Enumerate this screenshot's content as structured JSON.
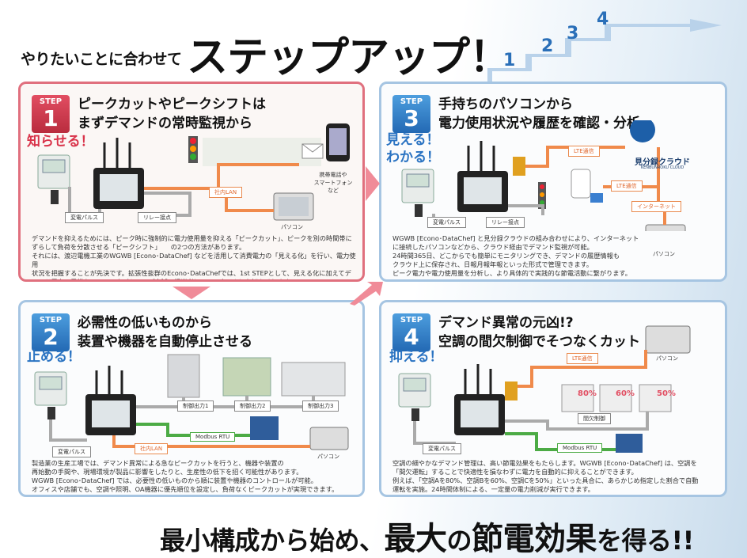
{
  "header": {
    "lead": "やりたいことに合わせて",
    "title": "ステップアップ！",
    "stair_numbers": [
      "1",
      "2",
      "3",
      "4"
    ]
  },
  "steps": [
    {
      "label": "STEP",
      "number": "1",
      "title": "ピークカットやピークシフトは\nまずデマンドの常時監視から",
      "catch": "知らせる！",
      "tags": [
        "変電パルス",
        "リレー接点",
        "社内LAN"
      ],
      "device_notes": [
        "携帯電話や\nスマートフォン\nなど",
        "パソコン"
      ],
      "description": "デマンドを抑えるためには、ピーク時に強制的に電力使用量を抑える「ピークカット」、ピークを別の時間帯に\nずらして負荷を分散させる「ピークシフト」　　の2つの方法があります。\nそれには、渡辺電機工業のWGWB [Econo･DataChef] などを活用して消費電力の「見える化」を行い、電力使用\n状況を把握することが先決です。拡張性抜群のEcono･DataChefでは、1st STEPとして、見える化に加えてデ\nマンド電力の異常を、メールやパトランプ点滅で担当者にリアルタイムにお知らせします。"
    },
    {
      "label": "STEP",
      "number": "3",
      "title": "手持ちのパソコンから\n電力使用状況や履歴を確認・分析",
      "catch": "見える！\nわかる！",
      "logo_name": "見分録クラウド",
      "logo_sub": "KENBUNROKU CLOUD",
      "tags": [
        "LTE通信",
        "LTE通信",
        "インターネット",
        "変電パルス",
        "リレー接点"
      ],
      "device_notes": [
        "パソコン"
      ],
      "description": "WGWB [Econo･DataChef] と見分録クラウドの組み合わせにより、インターネット\nに接続したパソコンなどから、クラウド経由でデマンド監視が可能。\n24時間365日、どこからでも簡単にモニタリングでき、デマンドの履歴情報も\nクラウド上に保存され、日報月報年報といった形式で管理できます。\nピーク電力や電力使用量を分析し、より具体的で実践的な節電活動に繋がります。"
    },
    {
      "label": "STEP",
      "number": "2",
      "title": "必需性の低いものから\n装置や機器を自動停止させる",
      "catch": "止める！",
      "tags": [
        "制御出力1",
        "制御出力2",
        "制御出力3",
        "Modbus RTU",
        "社内LAN",
        "変電パルス"
      ],
      "device_notes": [
        "パソコン"
      ],
      "description": "製造業の生産工場では、デマンド異常による急なピークカットを行うと、機器や装置の\n再始動の手間や、現場環境が製品に影響をしたりと、生産性の低下を招く可能性があります。\nWGWB [Econo･DataChef] では、必要性の低いものから順に装置や機器のコントロールが可能。\nオフィスや店舗でも、空調や照明、OA機器に優先順位を設定し、負荷なくピークカットが実現できます。"
    },
    {
      "label": "STEP",
      "number": "4",
      "title": "デマンド異常の元凶!?\n空調の間欠制御でそつなくカット",
      "catch": "抑える！",
      "tags": [
        "LTE通信",
        "間欠制御",
        "Modbus RTU",
        "変電パルス"
      ],
      "device_notes": [
        "パソコン"
      ],
      "percents": [
        "80%",
        "60%",
        "50%"
      ],
      "description": "空調の細やかなデマンド管理は、高い節電効果をもたらします。WGWB [Econo･DataChef] は、空調を\n「間欠運転」することで快適性を損なわずに電力を自動的に抑えることができます。\n例えば、「空調Aを80%、空調Bを60%、空調Cを50%」といった具合に、あらかじめ指定した割合で自動\n運転を実施。24時間体制による、一定量の電力削減が実行できます。"
    }
  ],
  "footer": {
    "part1": "最小構成から始め、",
    "part2": "最大",
    "part3": "の",
    "part4": "節電効果",
    "part5": "を得る!!"
  },
  "colors": {
    "red": "#e0707e",
    "blue": "#a6c5e2",
    "orange": "#f08a4b",
    "green": "#4cab45"
  }
}
